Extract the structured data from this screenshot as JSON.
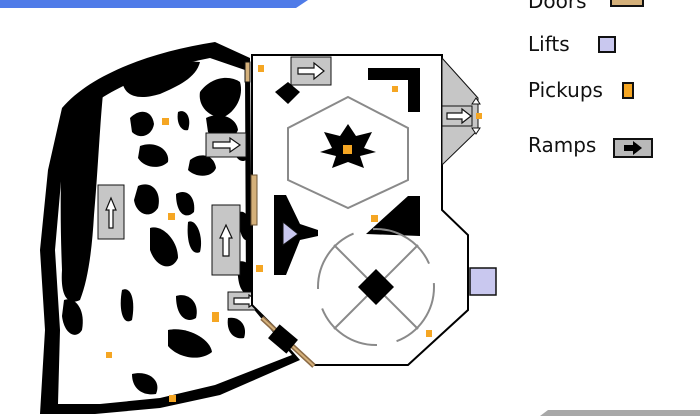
{
  "legend": {
    "doors": {
      "label": "Doors",
      "color": "#d4b07a"
    },
    "lifts": {
      "label": "Lifts",
      "color": "#c9c8ef"
    },
    "pickups": {
      "label": "Pickups",
      "color": "#f5a623"
    },
    "ramps": {
      "label": "Ramps",
      "color": "#b9b9b9",
      "icon": "arrow-right-icon"
    }
  },
  "map": {
    "ink_color": "#000000",
    "floor_color": "#ffffff",
    "ramp_color": "#c6c6c6",
    "ring_color": "#8a8a8a",
    "header_bar_color": "#4f7be8",
    "footer_bar_color": "#a8a8a8"
  }
}
